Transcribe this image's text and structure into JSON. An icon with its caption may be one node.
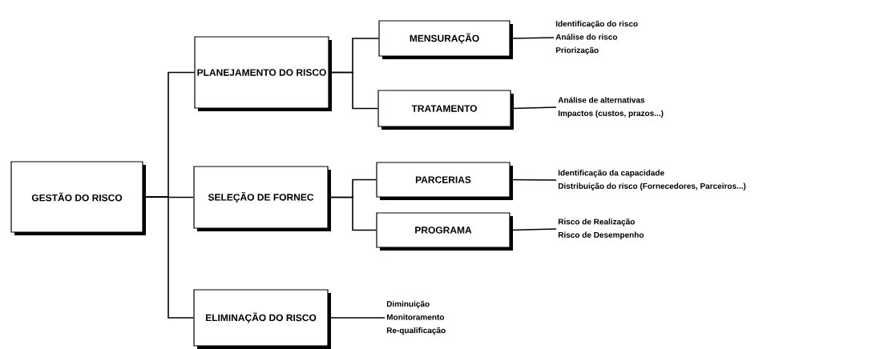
{
  "diagram": {
    "nodes": [
      {
        "text": [
          "GESTÃO DO RISCO"
        ]
      },
      {
        "text": [
          "PLANEJAMENTO DO RISCO"
        ]
      },
      {
        "text": [
          "MENSURAÇÃO"
        ]
      },
      {
        "text": [
          "Identificação do risco",
          "Análise do risco",
          "Priorização"
        ]
      },
      {
        "text": [
          "TRATAMENTO"
        ]
      },
      {
        "text": [
          "Análise de alternativas",
          "Impactos (custos, prazos...)"
        ]
      },
      {
        "text": [
          "SELEÇÃO DE FORNEC"
        ]
      },
      {
        "text": [
          "PARCERIAS"
        ]
      },
      {
        "text": [
          "Identificação da capacidade",
          "Distribuição do risco (Fornecedores, Parceiros...)"
        ]
      },
      {
        "text": [
          "PROGRAMA"
        ]
      },
      {
        "text": [
          "Risco de Realização",
          "Risco de Desempenho"
        ]
      },
      {
        "text": [
          "ELIMINAÇÃO DO RISCO"
        ]
      },
      {
        "text": [
          "Diminuição",
          "Monitoramento",
          "Re-qualificação"
        ]
      }
    ],
    "edges": [
      {
        "from": 0,
        "to": 1,
        "arrow": "none"
      },
      {
        "from": 0,
        "to": 6,
        "arrow": "none"
      },
      {
        "from": 0,
        "to": 11,
        "arrow": "none"
      },
      {
        "from": 1,
        "to": 2,
        "arrow": "none"
      },
      {
        "from": 1,
        "to": 4,
        "arrow": "none"
      },
      {
        "from": 2,
        "to": 3,
        "arrow": "none"
      },
      {
        "from": 4,
        "to": 5,
        "arrow": "none"
      },
      {
        "from": 6,
        "to": 7,
        "arrow": "none"
      },
      {
        "from": 6,
        "to": 9,
        "arrow": "none"
      },
      {
        "from": 7,
        "to": 8,
        "arrow": "none"
      },
      {
        "from": 9,
        "to": 10,
        "arrow": "none"
      },
      {
        "from": 11,
        "to": 12,
        "arrow": "none"
      }
    ]
  }
}
